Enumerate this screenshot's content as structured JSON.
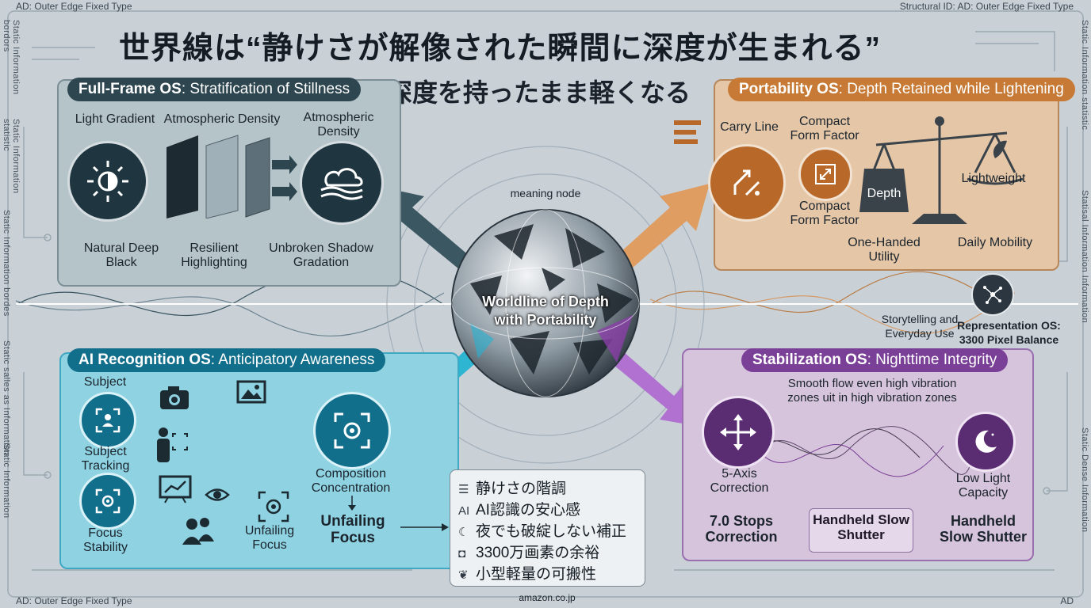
{
  "frame": {
    "top_left": "AD: Outer Edge Fixed Type",
    "top_right": "Structural ID: AD: Outer Edge Fixed Type",
    "bottom_left": "AD: Outer Edge Fixed Type",
    "bottom_right": "AD",
    "side_left_1": "Static  Information bordors",
    "side_left_2": "Static  Information statistic",
    "side_left_3": "Static Information bordes",
    "side_left_4": "Static  salles as Information",
    "side_left_5": "Static Information",
    "side_right_1": "Static  Information statistic",
    "side_right_2": "Statisal  Information  Information",
    "side_right_3": "Static  Dense Information"
  },
  "title": "世界線は“静けさが解像された瞬間に深度が生まれる”",
  "subtitle": "深度を持ったまま軽くなる",
  "center": {
    "node_label": "meaning node",
    "sphere_text": "Worldline of Depth with Portability",
    "footer": "amazon.co.jp"
  },
  "full_frame": {
    "header_bold": "Full-Frame OS",
    "header_rest": ": Stratification of Stillness",
    "light_gradient": "Light Gradient",
    "atmospheric_density": "Atmospheric Density",
    "atmospheric_density_2": "Atmospheric Density",
    "natural_deep_black": "Natural Deep Black",
    "resilient_highlighting": "Resilient Highlighting",
    "unbroken_shadow": "Unbroken Shadow Gradation"
  },
  "portability": {
    "header_bold": "Portability OS",
    "header_rest": ": Depth Retained while Lightening",
    "carry_line": "Carry Line",
    "compact_1": "Compact Form Factor",
    "compact_2": "Compact Form Factor",
    "depth": "Depth",
    "lightweight": "Lightweight",
    "one_handed": "One-Handed Utility",
    "daily_mobility": "Daily Mobility"
  },
  "representation": {
    "storytelling": "Storytelling and Everyday Use",
    "title": "Representation OS: 3300 Pixel Balance"
  },
  "ai": {
    "header_bold": "AI Recognition OS",
    "header_rest": ": Anticipatory Awareness",
    "subject": "Subject",
    "subject_tracking": "Subject Tracking",
    "focus_stability": "Focus Stability",
    "composition": "Composition Concentration",
    "unfailing_focus_small": "Unfailing Focus",
    "unfailing_focus": "Unfailing Focus"
  },
  "stabilization": {
    "header_bold": "Stabilization OS",
    "header_rest": ": Nighttime Integrity",
    "smooth_flow": "Smooth flow even high vibration zones uit in high vibration zones",
    "five_axis": "5-Axis Correction",
    "low_light": "Low Light Capacity",
    "stops": "7.0 Stops Correction",
    "handheld_1": "Handheld Slow Shutter",
    "handheld_2": "Handheld Slow Shutter"
  },
  "summary_list": [
    {
      "icon": "sliders-icon",
      "glyph": "☰",
      "text": "静けさの階調"
    },
    {
      "icon": "ai-icon",
      "glyph": "AI",
      "text": "AI認識の安心感"
    },
    {
      "icon": "moon-icon",
      "glyph": "☾",
      "text": "夜でも破綻しない補正"
    },
    {
      "icon": "camera-icon",
      "glyph": "◘",
      "text": "3300万画素の余裕"
    },
    {
      "icon": "leaf-icon",
      "glyph": "❦",
      "text": "小型軽量の可搬性"
    }
  ],
  "colors": {
    "full_frame": "#2d4650",
    "portability": "#b8692a",
    "ai": "#1a9ab8",
    "stabilization": "#7a3f96"
  }
}
